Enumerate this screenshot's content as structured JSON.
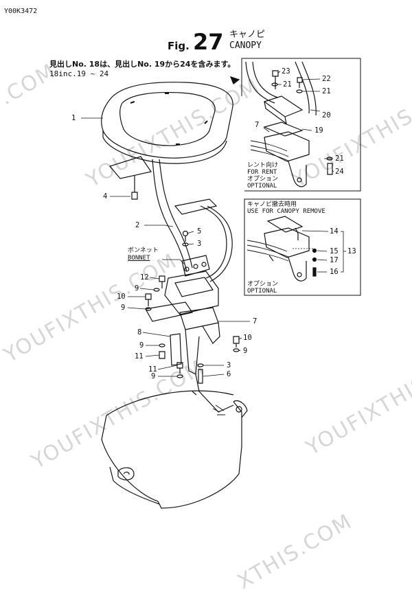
{
  "header": {
    "doc_code": "Y00K3472",
    "fig_prefix": "Fig.",
    "fig_number": "27",
    "title_jp": "キャノピ",
    "title_en": "CANOPY"
  },
  "note": {
    "line1": "見出しNo. 18は、見出しNo. 19から24を含みます。",
    "line2": "18inc.19 ~ 24"
  },
  "callouts": {
    "c1": "1",
    "c2": "2",
    "c3a": "3",
    "c3b": "3",
    "c4": "4",
    "c5": "5",
    "c6": "6",
    "c7a": "7",
    "c7b": "7",
    "c8": "8",
    "c9a": "9",
    "c9b": "9",
    "c9c": "9",
    "c9d": "9",
    "c9e": "9",
    "c10a": "10",
    "c10b": "10",
    "c11a": "11",
    "c11b": "11",
    "c12": "12",
    "c13": "13",
    "c14": "14",
    "c15": "15",
    "c16": "16",
    "c17": "17",
    "c19": "19",
    "c20": "20",
    "c21a": "21",
    "c21b": "21",
    "c21c": "21",
    "c22": "22",
    "c23": "23",
    "c24": "24"
  },
  "labels": {
    "bonnet_jp": "ボンネット",
    "bonnet_en": "BONNET",
    "rent_jp": "レント向け",
    "rent_en": "FOR RENT",
    "option_jp_1": "オプション",
    "option_en_1": "OPTIONAL",
    "remove_jp": "キャノピ撤去時用",
    "remove_en": "USE FOR CANOPY REMOVE",
    "option_jp_2": "オプション",
    "option_en_2": "OPTIONAL"
  },
  "watermark": {
    "text_full": "YOUFIXTHIS.COM",
    "text_short": ".COM",
    "text_tail": "XTHIS.COM",
    "color": "#d6d6d6"
  }
}
